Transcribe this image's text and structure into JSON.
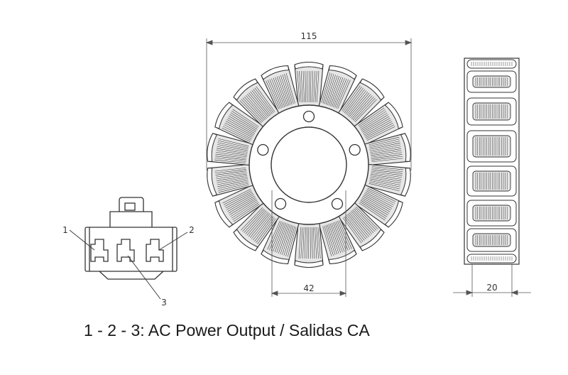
{
  "dimensions": {
    "outer_diameter": "115",
    "inner_bolt": "42",
    "thickness": "20"
  },
  "connector": {
    "pin1": "1",
    "pin2": "2",
    "pin3": "3"
  },
  "caption": "1 - 2 - 3: AC Power Output / Salidas CA",
  "stator": {
    "pole_count": 18,
    "bolt_holes": 5
  },
  "colors": {
    "line": "#333333",
    "coil_fill": "#e6e6e6",
    "background": "#ffffff"
  }
}
